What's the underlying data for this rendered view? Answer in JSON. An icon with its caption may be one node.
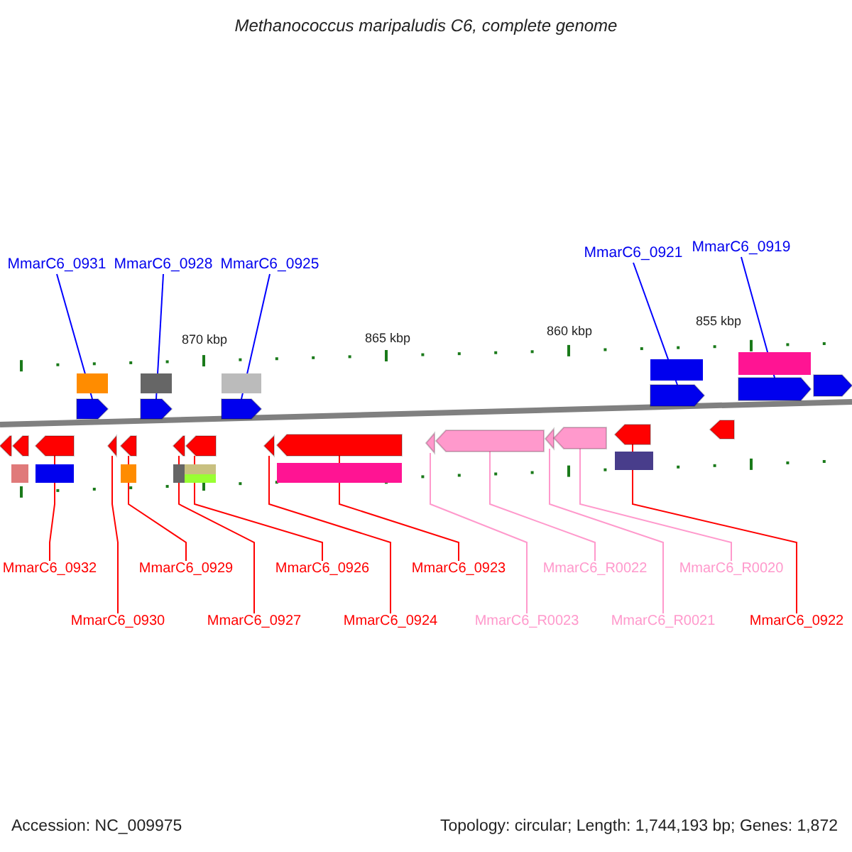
{
  "diagram": {
    "title": "Methanococcus maripaludis C6, complete genome",
    "nodes": [
      {
        "text": [
          "MmarC6_0931"
        ]
      },
      {
        "text": [
          "MmarC6_0928"
        ]
      },
      {
        "text": [
          "MmarC6_0925"
        ]
      },
      {
        "text": [
          "MmarC6_0921"
        ]
      },
      {
        "text": [
          "MmarC6_0919"
        ]
      },
      {
        "text": [],
        "shape": "arrow"
      },
      {
        "text": [],
        "shape": "arrow"
      },
      {
        "text": [],
        "shape": "arrow"
      },
      {
        "text": [],
        "shape": "arrow"
      },
      {
        "text": [],
        "shape": "arrow"
      },
      {
        "text": [],
        "shape": "arrow"
      },
      {
        "text": [],
        "shape": "arrow"
      },
      {
        "text": [],
        "shape": "arrow"
      },
      {
        "text": [],
        "shape": "arrow"
      },
      {
        "text": [],
        "shape": "arrow"
      },
      {
        "text": [],
        "shape": "arrow"
      },
      {
        "text": [],
        "shape": "arrow"
      },
      {
        "text": [],
        "shape": "arrow"
      },
      {
        "text": [],
        "shape": "arrow"
      },
      {
        "text": [],
        "shape": "arrow"
      },
      {
        "text": [],
        "shape": "arrow"
      },
      {
        "text": [],
        "shape": "arrow"
      },
      {
        "text": [
          "MmarC6_0929"
        ]
      },
      {
        "text": [
          "MmarC6_0924"
        ]
      },
      {
        "text": [
          "MmarC6_R0023"
        ]
      },
      {
        "text": [
          "MmarC6_R0021"
        ]
      },
      {
        "text": [
          "MmarC6_R0020"
        ]
      },
      {
        "text": [
          "MmarC6_0932"
        ]
      },
      {
        "text": [
          "MmarC6_0926"
        ]
      },
      {
        "text": [
          "MmarC6_0923"
        ]
      },
      {
        "text": [
          "MmarC6_R0022"
        ]
      },
      {
        "text": [
          "MmarC6_0922"
        ]
      },
      {
        "text": [
          "MmarC6_0927"
        ]
      },
      {
        "text": [
          "MmarC6_0930"
        ]
      },
      {
        "text": [],
        "shape": "arrow"
      },
      {
        "text": [],
        "shape": "arrow"
      },
      {
        "text": [],
        "shape": "arrow"
      },
      {
        "text": [],
        "shape": "arrow"
      },
      {
        "text": [],
        "shape": "box"
      },
      {
        "text": [],
        "shape": "box"
      },
      {
        "text": [],
        "shape": "box"
      },
      {
        "text": [],
        "shape": "box"
      },
      {
        "text": [],
        "shape": "box"
      },
      {
        "text": [],
        "shape": "box"
      },
      {
        "text": [],
        "shape": "box"
      },
      {
        "text": [],
        "shape": "box"
      },
      {
        "text": [],
        "shape": "box"
      },
      {
        "text": [],
        "shape": "box"
      },
      {
        "text": [],
        "shape": "box"
      },
      {
        "text": [],
        "shape": "box"
      },
      {
        "text": [],
        "shape": "box"
      }
    ],
    "edges": [
      {
        "from": 0,
        "to": 5,
        "arrow": "none",
        "color": "#0000ff"
      },
      {
        "from": 1,
        "to": 6,
        "arrow": "none",
        "color": "#0000ff"
      },
      {
        "from": 2,
        "to": 7,
        "arrow": "none",
        "color": "#0000ff"
      },
      {
        "from": 3,
        "to": 8,
        "arrow": "none",
        "color": "#0000ff"
      },
      {
        "from": 4,
        "to": 9,
        "arrow": "none",
        "color": "#0000ff"
      },
      {
        "from": 27,
        "to": 10,
        "arrow": "none"
      },
      {
        "from": 33,
        "to": 11,
        "arrow": "none"
      },
      {
        "from": 22,
        "to": 12,
        "arrow": "none"
      },
      {
        "from": 32,
        "to": 13,
        "arrow": "none"
      },
      {
        "from": 28,
        "to": 14,
        "arrow": "none"
      },
      {
        "from": 23,
        "to": 15,
        "arrow": "none"
      },
      {
        "from": 29,
        "to": 16,
        "arrow": "none"
      },
      {
        "from": 24,
        "to": 17,
        "arrow": "none",
        "color": "#ff99cc"
      },
      {
        "from": 30,
        "to": 18,
        "arrow": "none",
        "color": "#ff99cc"
      },
      {
        "from": 25,
        "to": 19,
        "arrow": "none",
        "color": "#ff99cc"
      },
      {
        "from": 26,
        "to": 20,
        "arrow": "none",
        "color": "#ff99cc"
      },
      {
        "from": 31,
        "to": 21,
        "arrow": "none"
      }
    ],
    "labels": [
      "870 kbp",
      "865 kbp",
      "860 kbp",
      "855 kbp",
      "Accession: NC_009975",
      "Topology: circular; Length: 1,744,193 bp; Genes: 1,872"
    ]
  }
}
